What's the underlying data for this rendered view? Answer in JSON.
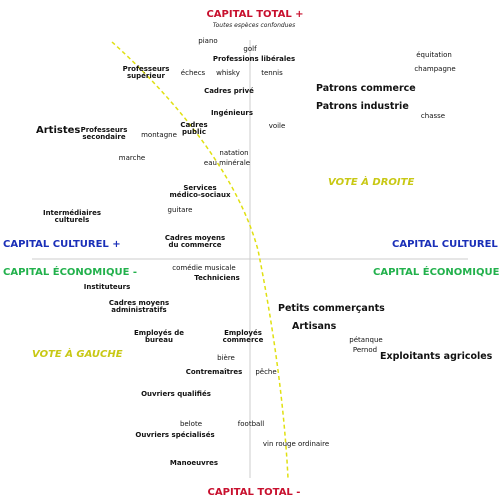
{
  "axes": {
    "top": "CAPITAL TOTAL +",
    "top_sub": "Toutes espèces confondues",
    "bottom": "CAPITAL TOTAL -",
    "left_upper": "CAPITAL CULTUREL +",
    "left_lower": "CAPITAL ÉCONOMIQUE -",
    "right_upper": "CAPITAL CULTUREL -",
    "right_lower": "CAPITAL ÉCONOMIQUE +"
  },
  "votes": {
    "right": "VOTE À DROITE",
    "left": "VOTE À GAUCHE"
  },
  "professions": {
    "prof_liberales": "Professions libérales",
    "professeurs_sup": "Professeurs\nsupérieur",
    "cadres_prive": "Cadres privé",
    "patrons_commerce": "Patrons commerce",
    "patrons_industrie": "Patrons industrie",
    "ingenieurs": "Ingénieurs",
    "artistes": "Artistes",
    "professeurs_sec": "Professeurs\nsecondaire",
    "cadres_public": "Cadres\npublic",
    "services_medico": "Services\nmédico-sociaux",
    "intermediaires_culturels": "Intermédiaires\nculturels",
    "cadres_moyens_commerce": "Cadres moyens\ndu commerce",
    "techniciens": "Techniciens",
    "instituteurs": "Instituteurs",
    "cadres_moyens_admin": "Cadres moyens\nadministratifs",
    "petits_commercants": "Petits commerçants",
    "artisans": "Artisans",
    "employes_bureau": "Employés de\nbureau",
    "employes_commerce": "Employés\ncommerce",
    "exploitants_agricoles": "Exploitants agricoles",
    "contremaitres": "Contremaîtres",
    "ouvriers_qualifies": "Ouvriers qualifiés",
    "ouvriers_specialises": "Ouvriers spécialisés",
    "manoeuvres": "Manoeuvres"
  },
  "practices": {
    "piano": "piano",
    "golf": "golf",
    "equitation": "équitation",
    "echecs": "échecs",
    "whisky": "whisky",
    "tennis": "tennis",
    "champagne": "champagne",
    "chasse": "chasse",
    "voile": "voile",
    "montagne": "montagne",
    "marche": "marche",
    "natation": "natation",
    "eau_minerale": "eau minérale",
    "guitare": "guitare",
    "comedie_musicale": "comédie musicale",
    "petanque": "pétanque",
    "pernod": "Pernod",
    "biere": "bière",
    "peche": "pêche",
    "belote": "belote",
    "football": "football",
    "vin_rouge": "vin rouge ordinaire"
  },
  "colors": {
    "axis_line": "#cccccc",
    "divide_line": "#e0e010",
    "red": "#c8102e",
    "blue": "#1a2fb8",
    "green": "#22b14c",
    "yellow": "#c8c814"
  }
}
